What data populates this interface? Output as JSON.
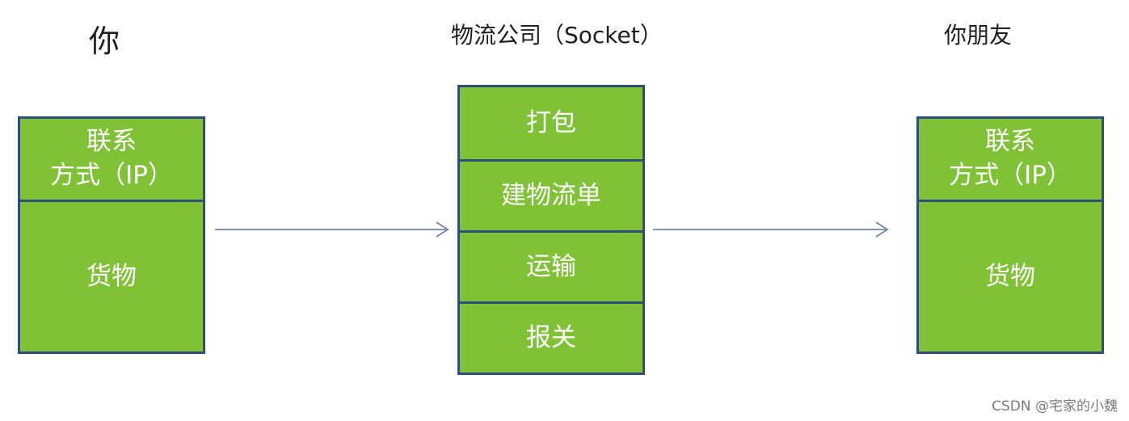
{
  "titles": {
    "you": "你",
    "logistics": "物流公司（Socket）",
    "friend": "你朋友"
  },
  "you_box": {
    "contact_line1": "联系",
    "contact_line2": "方式（IP）",
    "goods": "货物"
  },
  "socket_box": {
    "steps": [
      "打包",
      "建物流单",
      "运输",
      "报关"
    ]
  },
  "friend_box": {
    "contact_line1": "联系",
    "contact_line2": "方式（IP）",
    "goods": "货物"
  },
  "watermark": "CSDN @宅家的小魏",
  "colors": {
    "box_fill": "#7fc236",
    "box_border": "#2f4f78",
    "arrow": "#6f86a8",
    "title_text": "#1f1f1f"
  }
}
